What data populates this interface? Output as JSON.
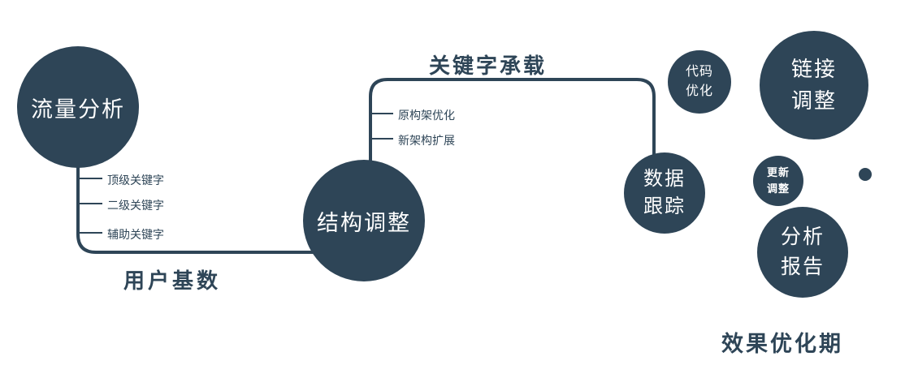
{
  "colors": {
    "primary": "#2e4557",
    "text_on_primary": "#ffffff",
    "background": "#ffffff"
  },
  "nodes": {
    "traffic_analysis": {
      "lines": [
        "流量分析"
      ]
    },
    "structure_adjust": {
      "lines": [
        "结构调整"
      ]
    },
    "data_tracking": {
      "lines": [
        "数据",
        "跟踪"
      ]
    },
    "code_optimization": {
      "lines": [
        "代码",
        "优化"
      ]
    },
    "link_adjustment": {
      "lines": [
        "链接",
        "调整"
      ]
    },
    "update_adjustment": {
      "lines": [
        "更新",
        "调整"
      ]
    },
    "analysis_report": {
      "lines": [
        "分析",
        "报告"
      ]
    }
  },
  "edge_labels": {
    "user_base": "用户基数",
    "keyword_carrying": "关键字承载"
  },
  "branches": {
    "traffic_keywords": [
      "顶级关键字",
      "二级关键字",
      "辅助关键字"
    ],
    "structure_items": [
      "原构架优化",
      "新架构扩展"
    ]
  },
  "footer": {
    "label": "效果优化期"
  }
}
